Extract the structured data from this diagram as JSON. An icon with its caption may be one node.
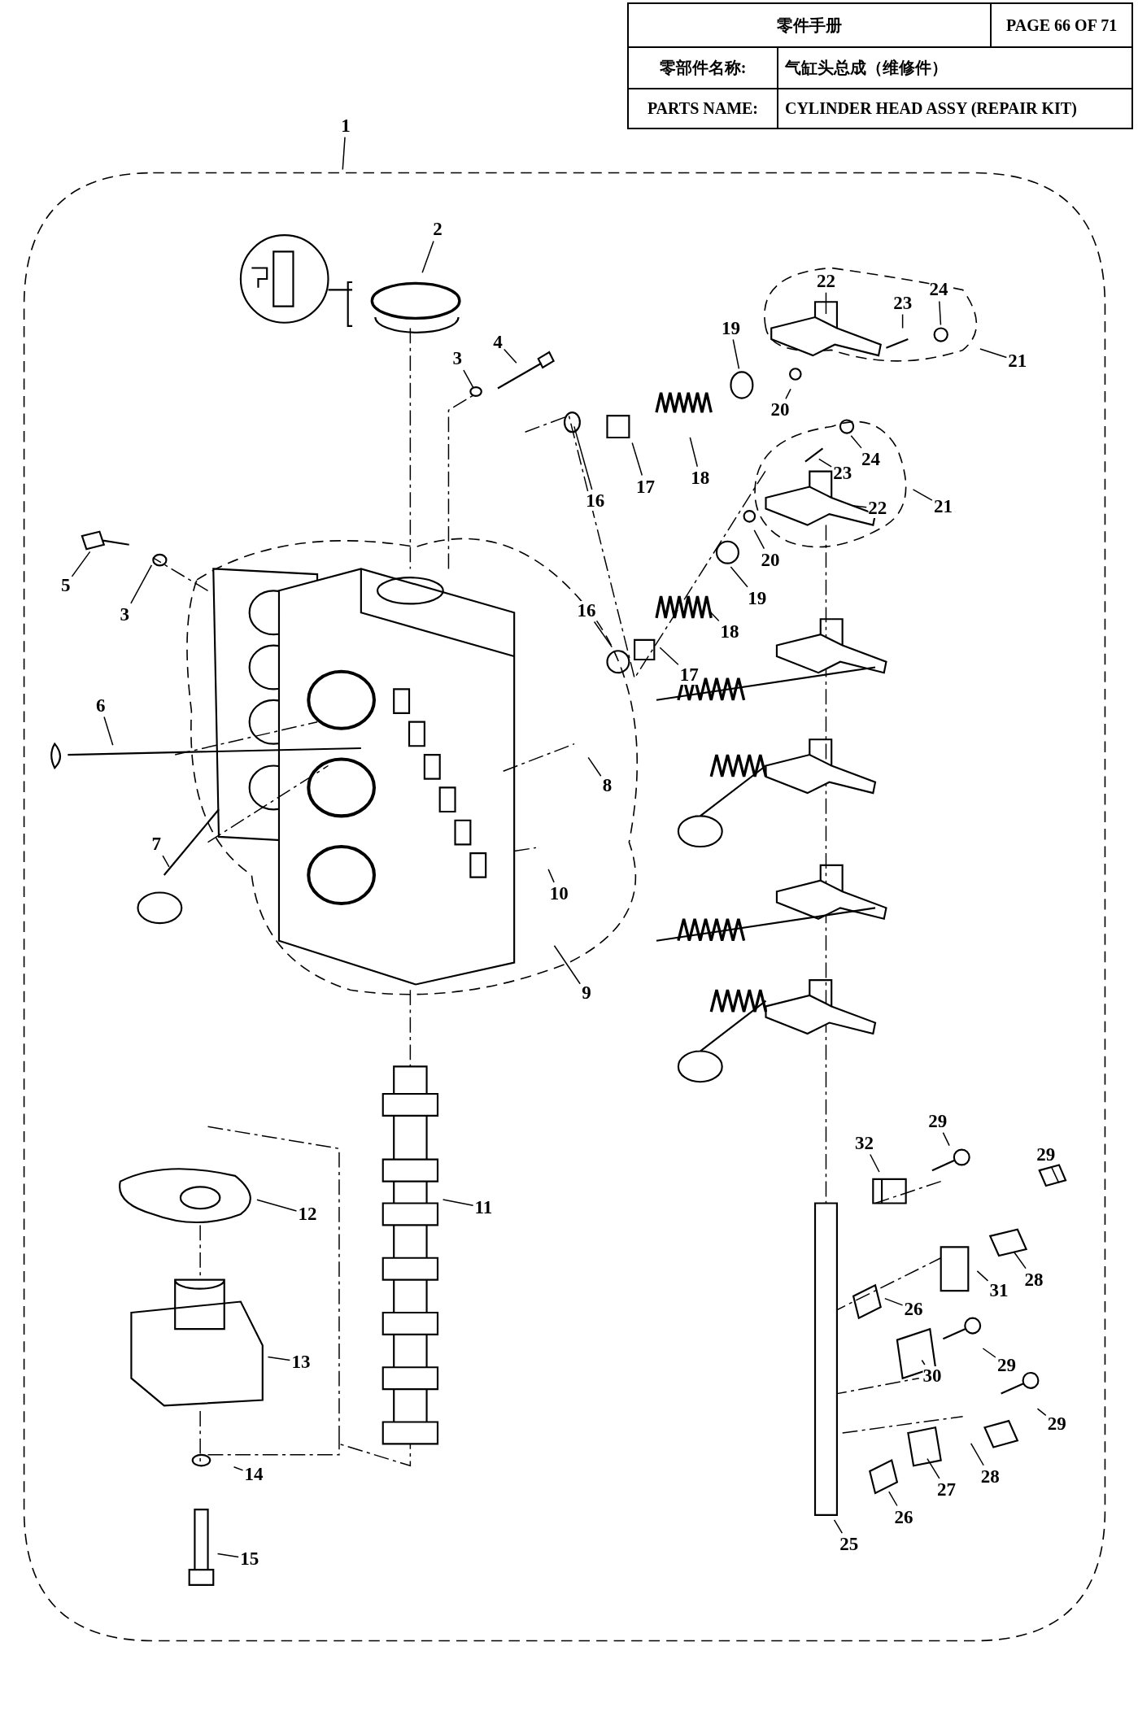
{
  "diagram": {
    "nodes": [
      {
        "text": [
          "1"
        ]
      },
      {
        "text": [
          "2"
        ]
      },
      {
        "text": [
          "3"
        ]
      },
      {
        "text": [
          "4"
        ]
      },
      {
        "text": [
          "19"
        ]
      },
      {
        "text": [
          "22"
        ]
      },
      {
        "text": [
          "23"
        ]
      },
      {
        "text": [
          "24"
        ]
      },
      {
        "text": [
          "21"
        ]
      },
      {
        "text": [
          "20"
        ]
      },
      {
        "text": [
          "16"
        ]
      },
      {
        "text": [
          "17"
        ]
      },
      {
        "text": [
          "18"
        ]
      },
      {
        "text": [
          "24"
        ]
      },
      {
        "text": [
          "23"
        ]
      },
      {
        "text": [
          "21"
        ]
      },
      {
        "text": [
          "22"
        ]
      },
      {
        "text": [
          "20"
        ]
      },
      {
        "text": [
          "19"
        ]
      },
      {
        "text": [
          "5"
        ]
      },
      {
        "text": [
          "3"
        ]
      },
      {
        "text": [
          "16"
        ]
      },
      {
        "text": [
          "18"
        ]
      },
      {
        "text": [
          "17"
        ]
      },
      {
        "text": [
          "6"
        ]
      },
      {
        "text": [
          "8"
        ]
      },
      {
        "text": [
          "7"
        ]
      },
      {
        "text": [
          "10"
        ]
      },
      {
        "text": [
          "9"
        ]
      },
      {
        "text": [
          "11"
        ]
      },
      {
        "text": [
          "12"
        ]
      },
      {
        "text": [
          "13"
        ]
      },
      {
        "text": [
          "14"
        ]
      },
      {
        "text": [
          "15"
        ]
      },
      {
        "text": [
          "29"
        ]
      },
      {
        "text": [
          "32"
        ]
      },
      {
        "text": [
          "29"
        ]
      },
      {
        "text": [
          "28"
        ]
      },
      {
        "text": [
          "31"
        ]
      },
      {
        "text": [
          "26"
        ]
      },
      {
        "text": [
          "29"
        ]
      },
      {
        "text": [
          "30"
        ]
      },
      {
        "text": [
          "29"
        ]
      },
      {
        "text": [
          "28"
        ]
      },
      {
        "text": [
          "27"
        ]
      },
      {
        "text": [
          "26"
        ]
      },
      {
        "text": [
          "25"
        ]
      }
    ],
    "edges": [
      {
        "from": 0,
        "to": null,
        "arrow": "none"
      },
      {
        "from": 1,
        "to": null,
        "arrow": "none"
      },
      {
        "from": 2,
        "to": null,
        "arrow": "none"
      },
      {
        "from": 3,
        "to": null,
        "arrow": "none"
      },
      {
        "from": 4,
        "to": null,
        "arrow": "none"
      },
      {
        "from": 5,
        "to": null,
        "arrow": "none"
      },
      {
        "from": 6,
        "to": null,
        "arrow": "none"
      },
      {
        "from": 7,
        "to": null,
        "arrow": "none"
      },
      {
        "from": 8,
        "to": null,
        "arrow": "none"
      },
      {
        "from": 9,
        "to": null,
        "arrow": "none"
      },
      {
        "from": 10,
        "to": null,
        "arrow": "none"
      },
      {
        "from": 11,
        "to": null,
        "arrow": "none"
      },
      {
        "from": 12,
        "to": null,
        "arrow": "none"
      },
      {
        "from": 13,
        "to": null,
        "arrow": "none"
      },
      {
        "from": 14,
        "to": null,
        "arrow": "none"
      },
      {
        "from": 15,
        "to": null,
        "arrow": "none"
      },
      {
        "from": 16,
        "to": null,
        "arrow": "none"
      },
      {
        "from": 17,
        "to": null,
        "arrow": "none"
      },
      {
        "from": 18,
        "to": null,
        "arrow": "none"
      },
      {
        "from": 19,
        "to": null,
        "arrow": "none"
      },
      {
        "from": 20,
        "to": null,
        "arrow": "none"
      },
      {
        "from": 21,
        "to": null,
        "arrow": "none"
      },
      {
        "from": 22,
        "to": null,
        "arrow": "none"
      },
      {
        "from": 23,
        "to": null,
        "arrow": "none"
      },
      {
        "from": 24,
        "to": null,
        "arrow": "none"
      },
      {
        "from": 25,
        "to": null,
        "arrow": "none"
      },
      {
        "from": 26,
        "to": null,
        "arrow": "none"
      },
      {
        "from": 27,
        "to": null,
        "arrow": "none"
      },
      {
        "from": 28,
        "to": null,
        "arrow": "none"
      },
      {
        "from": 29,
        "to": null,
        "arrow": "none"
      },
      {
        "from": 30,
        "to": null,
        "arrow": "none"
      },
      {
        "from": 31,
        "to": null,
        "arrow": "none"
      },
      {
        "from": 32,
        "to": null,
        "arrow": "none"
      },
      {
        "from": 33,
        "to": null,
        "arrow": "none"
      },
      {
        "from": 34,
        "to": null,
        "arrow": "none"
      },
      {
        "from": 35,
        "to": null,
        "arrow": "none"
      },
      {
        "from": 36,
        "to": null,
        "arrow": "none"
      },
      {
        "from": 37,
        "to": null,
        "arrow": "none"
      },
      {
        "from": 38,
        "to": null,
        "arrow": "none"
      },
      {
        "from": 39,
        "to": null,
        "arrow": "none"
      },
      {
        "from": 40,
        "to": null,
        "arrow": "none"
      },
      {
        "from": 41,
        "to": null,
        "arrow": "none"
      },
      {
        "from": 42,
        "to": null,
        "arrow": "none"
      },
      {
        "from": 43,
        "to": null,
        "arrow": "none"
      },
      {
        "from": 44,
        "to": null,
        "arrow": "none"
      },
      {
        "from": 45,
        "to": null,
        "arrow": "none"
      },
      {
        "from": 46,
        "to": null,
        "arrow": "none"
      }
    ],
    "labels": [
      "零件手册",
      "PAGE 66 OF 71",
      "零部件名称:",
      "气缸头总成（维修件）",
      "PARTS NAME:",
      "CYLINDER HEAD ASSY (REPAIR KIT)"
    ]
  }
}
